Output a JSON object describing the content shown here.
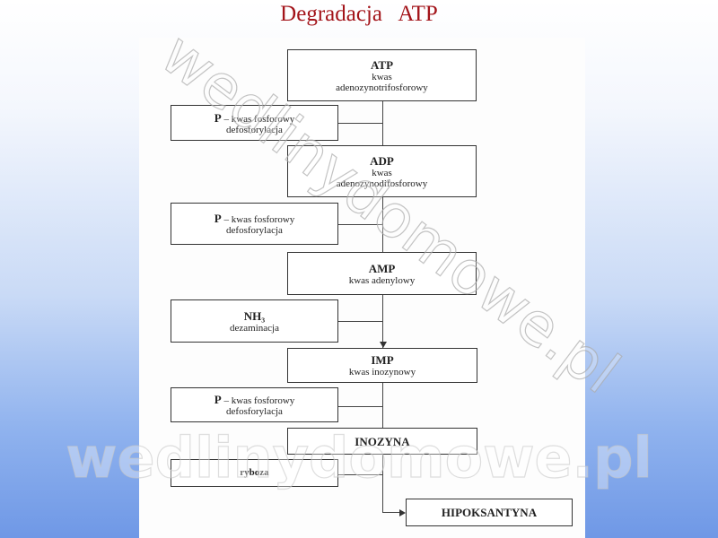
{
  "title": "Degradacja   ATP",
  "watermark": "wedlinydomowe.pl",
  "diagram": {
    "atp": {
      "name": "ATP",
      "line1": "kwas",
      "line2": "adenozynotrifosforowy"
    },
    "p1": {
      "name": "P",
      "desc": " – kwas fosforowy",
      "line2": "defosforylacja"
    },
    "adp": {
      "name": "ADP",
      "line1": "kwas",
      "line2": "adenozynodifosforowy"
    },
    "p2": {
      "name": "P",
      "desc": " – kwas fosforowy",
      "line2": "defosforylacja"
    },
    "amp": {
      "name": "AMP",
      "line1": "kwas adenylowy"
    },
    "nh3": {
      "name": "NH₃",
      "line1": "dezaminacja"
    },
    "imp": {
      "name": "IMP",
      "line1": "kwas inozynowy"
    },
    "p3": {
      "name": "P",
      "desc": " – kwas fosforowy",
      "line2": "defosforylacja"
    },
    "inozyna": {
      "name": "INOZYNA"
    },
    "ryboza": {
      "name": "ryboza"
    },
    "hipoksantyna": {
      "name": "HIPOKSANTYNA"
    }
  }
}
